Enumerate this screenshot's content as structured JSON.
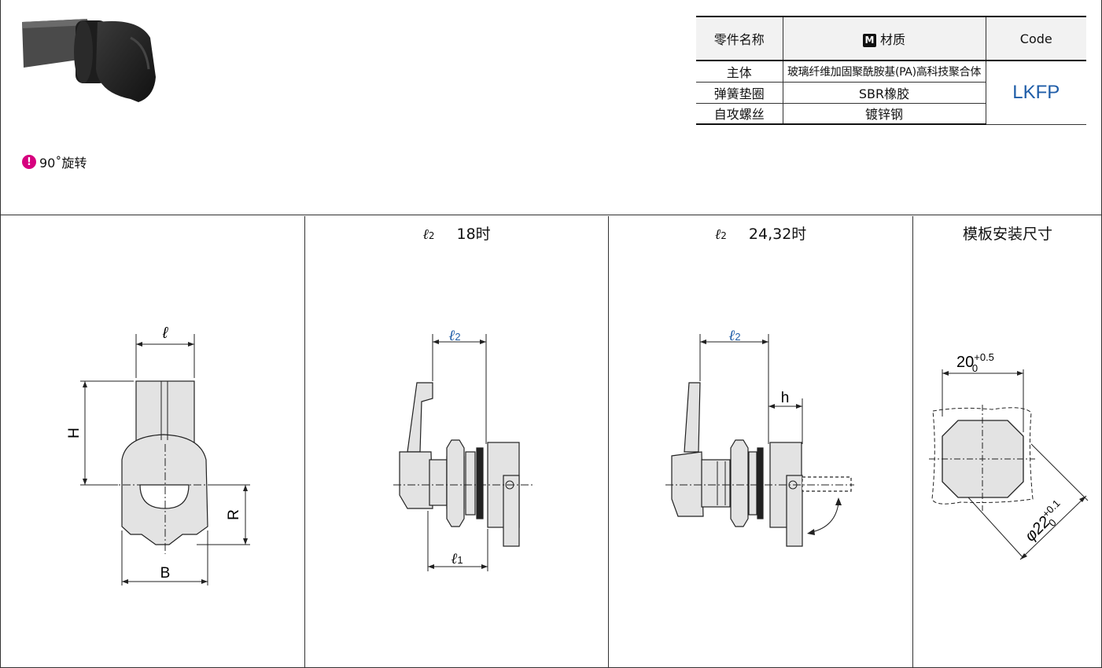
{
  "feature": {
    "icon": "exclamation-badge-icon",
    "text": "90˚旋转"
  },
  "material_table": {
    "headers": {
      "part_name": "零件名称",
      "material_badge": "M",
      "material": "材质",
      "code": "Code"
    },
    "rows": [
      {
        "part": "主体",
        "material": "玻璃纤维加固聚酰胺基(PA)高科技聚合体"
      },
      {
        "part": "弹簧垫圈",
        "material": "SBR橡胶"
      },
      {
        "part": "自攻螺丝",
        "material": "镀锌钢"
      }
    ],
    "code_value": "LKFP",
    "code_color": "#1f5da8"
  },
  "panels": {
    "front": {
      "label_l": "ℓ",
      "label_h": "H",
      "label_r": "R",
      "label_b": "B"
    },
    "side_18": {
      "title_sym": "ℓ",
      "title_sub": "2",
      "title_text": "18时",
      "label_l2": "ℓ",
      "label_l2_sub": "2",
      "label_l1": "ℓ",
      "label_l1_sub": "1"
    },
    "side_24_32": {
      "title_sym": "ℓ",
      "title_sub": "2",
      "title_text": "24,32时",
      "label_l2": "ℓ",
      "label_l2_sub": "2",
      "label_h": "h"
    },
    "cutout": {
      "title": "模板安装尺寸",
      "dim_width": "20",
      "dim_width_tol_upper": "+0.5",
      "dim_width_tol_lower": "0",
      "dim_diameter": "φ22",
      "dim_diameter_tol_upper": "+0.1",
      "dim_diameter_tol_lower": "0"
    }
  },
  "colors": {
    "accent_blue": "#1f5da8",
    "badge_magenta": "#d6007e",
    "part_fill": "#e3e3e3"
  }
}
